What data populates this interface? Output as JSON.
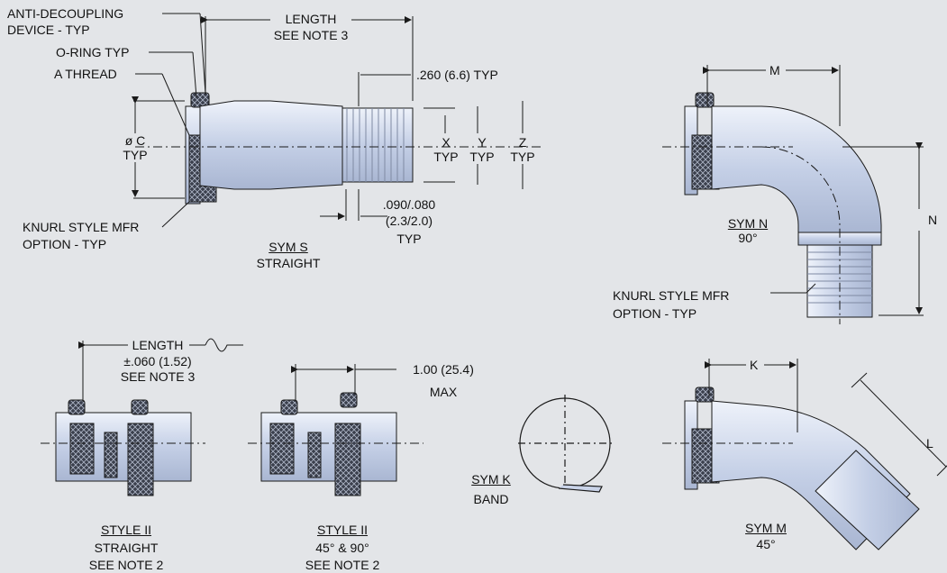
{
  "palette": {
    "background": "#e3e5e8",
    "metal": "#c9d3e8",
    "metal_dark": "#8d9bb8",
    "knurl": "#2b2f3a",
    "line": "#1a1a1a"
  },
  "labels": {
    "anti_decoupling_1": "ANTI-DECOUPLING",
    "anti_decoupling_2": "DEVICE - TYP",
    "oring": "O-RING TYP",
    "a_thread": "A THREAD",
    "length_top_1": "LENGTH",
    "length_top_2": "SEE NOTE 3",
    "dim_260": ".260 (6.6) TYP",
    "m": "M",
    "phi_c_1": "ø C",
    "phi_c_2": "TYP",
    "x": "X",
    "x_typ": "TYP",
    "y": "Y",
    "y_typ": "TYP",
    "z": "Z",
    "z_typ": "TYP",
    "knurl_left_1": "KNURL STYLE MFR",
    "knurl_left_2": "OPTION - TYP",
    "sym_s_1": "SYM S",
    "sym_s_2": "STRAIGHT",
    "dim_090_1": ".090/.080",
    "dim_090_2": "(2.3/2.0)",
    "dim_090_3": "TYP",
    "sym_n_1": "SYM N",
    "sym_n_2": "90°",
    "n": "N",
    "knurl_right_1": "KNURL STYLE MFR",
    "knurl_right_2": "OPTION - TYP",
    "length_bot_1": "LENGTH",
    "length_bot_2": "±.060 (1.52)",
    "length_bot_3": "SEE NOTE 3",
    "dim_100_1": "1.00 (25.4)",
    "dim_100_2": "MAX",
    "k": "K",
    "l": "L",
    "sym_k_1": "SYM K",
    "sym_k_2": "BAND",
    "style2s_1": "STYLE II",
    "style2s_2": "STRAIGHT",
    "style2s_3": "SEE NOTE 2",
    "style2a_1": "STYLE II",
    "style2a_2": "45° & 90°",
    "style2a_3": "SEE NOTE 2",
    "sym_m_1": "SYM M",
    "sym_m_2": "45°"
  }
}
